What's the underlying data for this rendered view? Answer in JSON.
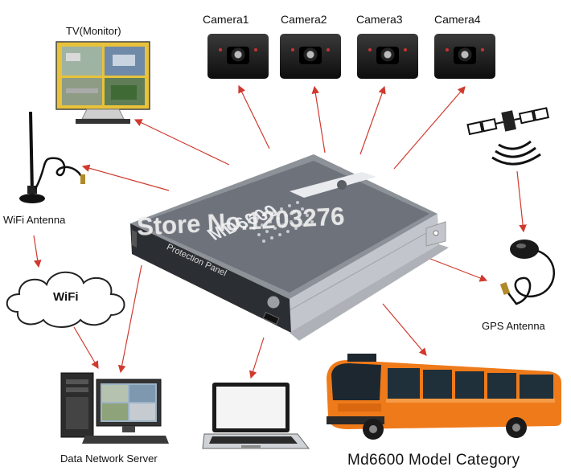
{
  "labels": {
    "tv": "TV(Monitor)",
    "camera1": "Camera1",
    "camera2": "Camera2",
    "camera3": "Camera3",
    "camera4": "Camera4",
    "wifi_antenna": "WiFi Antenna",
    "wifi": "WiFi",
    "gps_antenna": "GPS Antenna",
    "server": "Data Network Server",
    "model_category": "Md6600 Model Category"
  },
  "device": {
    "brand": "MD6600",
    "panel": "Protection Panel"
  },
  "watermark": "Store No.1203276",
  "colors": {
    "arrow": "#d03a2e",
    "bus_orange": "#ef7a1a",
    "device_silver": "#b8bcc2"
  }
}
